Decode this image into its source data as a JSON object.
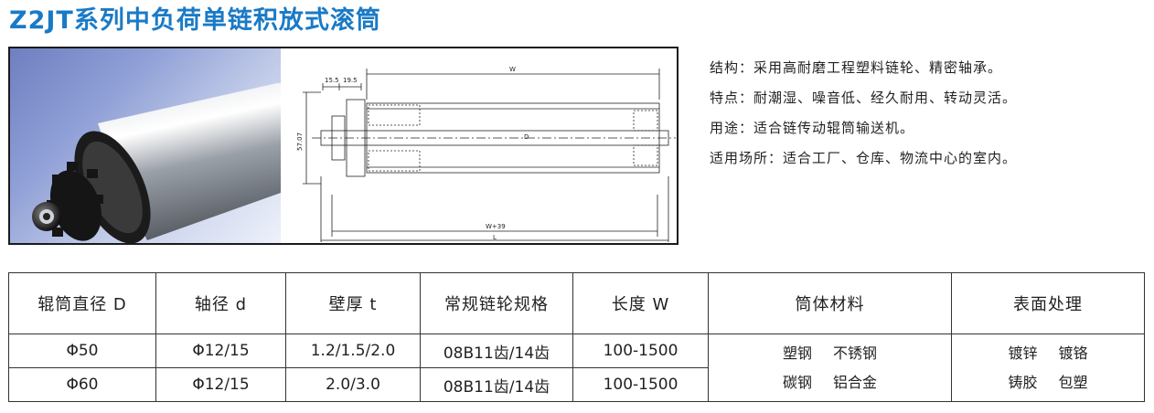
{
  "page": {
    "title": "Z2JT系列中负荷单链积放式滚筒"
  },
  "drawing": {
    "dim_left_1": "15.5",
    "dim_left_2": "19.5",
    "dim_top": "W",
    "dim_bottom_1": "W+39",
    "dim_bottom_2": "L",
    "dim_vertical": "57.07",
    "dim_center": "D"
  },
  "specs": [
    "结构：采用高耐磨工程塑料链轮、精密轴承。",
    "特点：耐潮湿、噪音低、经久耐用、转动灵活。",
    "用途：适合链传动辊筒输送机。",
    "适用场所：适合工厂、仓库、物流中心的室内。"
  ],
  "table": {
    "headers": [
      "辊筒直径 D",
      "轴径 d",
      "壁厚 t",
      "常规链轮规格",
      "长度 W",
      "筒体材料",
      "表面处理"
    ],
    "rows": [
      [
        "Φ50",
        "Φ12/15",
        "1.2/1.5/2.0",
        "08B11齿/14齿",
        "100-1500"
      ],
      [
        "Φ60",
        "Φ12/15",
        "2.0/3.0",
        "08B11齿/14齿",
        "100-1500"
      ]
    ],
    "materials": [
      "塑钢 不锈钢",
      "碳钢 铝合金"
    ],
    "surface": [
      "镀锌 镀铬",
      "铸胶 包塑"
    ]
  },
  "colors": {
    "title": "#1a7ac6",
    "photo_background": "#8e9ed6",
    "text": "#231f20"
  }
}
